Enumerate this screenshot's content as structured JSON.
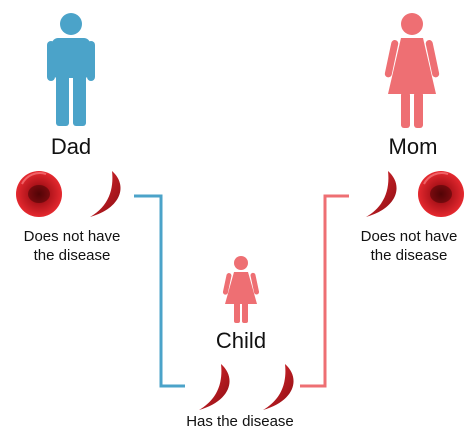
{
  "dad": {
    "name": "Dad",
    "status_line1": "Does not have",
    "status_line2": "the disease"
  },
  "mom": {
    "name": "Mom",
    "status_line1": "Does not have",
    "status_line2": "the disease"
  },
  "child": {
    "name": "Child",
    "status": "Has the disease"
  },
  "colors": {
    "dad": "#4ba3c9",
    "mom": "#ee6f73",
    "child": "#ee6f73",
    "cell_dark": "#a3121a",
    "cell_light": "#e0262c"
  },
  "icons": {
    "dad_figure": "male-figure-icon",
    "mom_figure": "female-figure-icon",
    "child_figure": "female-figure-icon",
    "normal_cell": "normal-red-blood-cell-icon",
    "sickle_cell": "sickle-cell-icon"
  }
}
